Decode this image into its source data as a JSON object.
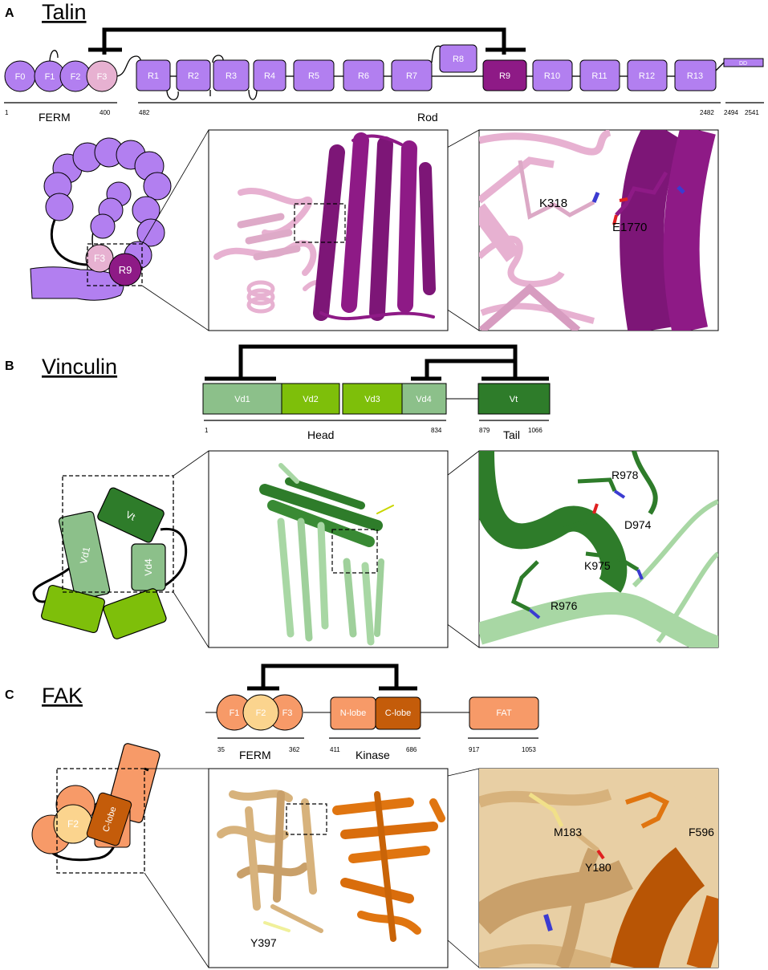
{
  "panels": {
    "talin": {
      "letter": "A",
      "title": "Talin",
      "domains": [
        "F0",
        "F1",
        "F2",
        "F3",
        "R1",
        "R2",
        "R3",
        "R4",
        "R5",
        "R6",
        "R7",
        "R8",
        "R9",
        "R10",
        "R11",
        "R12",
        "R13",
        "DD"
      ],
      "regions": {
        "ferm": {
          "label": "FERM",
          "start": "1",
          "end": "400"
        },
        "rod": {
          "label": "Rod",
          "start": "482",
          "end": "2482"
        },
        "dd": {
          "start": "2494",
          "end": "2541"
        }
      },
      "schematic_labels": [
        "F3",
        "R9"
      ],
      "residues": [
        "K318",
        "E1770"
      ],
      "colors": {
        "lilac": "#b27ff0",
        "pink": "#e7b1d1",
        "purple": "#8e1a86"
      }
    },
    "vinculin": {
      "letter": "B",
      "title": "Vinculin",
      "domains": [
        "Vd1",
        "Vd2",
        "Vd3",
        "Vd4",
        "Vt"
      ],
      "regions": {
        "head": {
          "label": "Head",
          "start": "1",
          "end": "834"
        },
        "tail": {
          "label": "Tail",
          "start": "879",
          "end": "1066"
        }
      },
      "schematic_labels": [
        "Vd1",
        "Vt",
        "Vd4"
      ],
      "residues": [
        "R978",
        "D974",
        "K975",
        "R976"
      ],
      "colors": {
        "light_green": "#8cc08a",
        "lime": "#7ebf0a",
        "dark_green": "#2e7c2a"
      }
    },
    "fak": {
      "letter": "C",
      "title": "FAK",
      "domains": [
        "F1",
        "F2",
        "F3",
        "N-lobe",
        "C-lobe",
        "FAT"
      ],
      "regions": {
        "ferm": {
          "label": "FERM",
          "start": "35",
          "end": "362"
        },
        "kinase": {
          "label": "Kinase",
          "start": "411",
          "end": "686"
        },
        "fat": {
          "start": "917",
          "end": "1053"
        }
      },
      "schematic_labels": [
        "F2",
        "C-lobe"
      ],
      "structure_label": "Y397",
      "residues": [
        "M183",
        "Y180",
        "F596"
      ],
      "colors": {
        "salmon": "#f79a68",
        "pale": "#fbd48e",
        "brown": "#c45c0a",
        "tan": "#d7b27c",
        "orange": "#e07510"
      }
    }
  }
}
